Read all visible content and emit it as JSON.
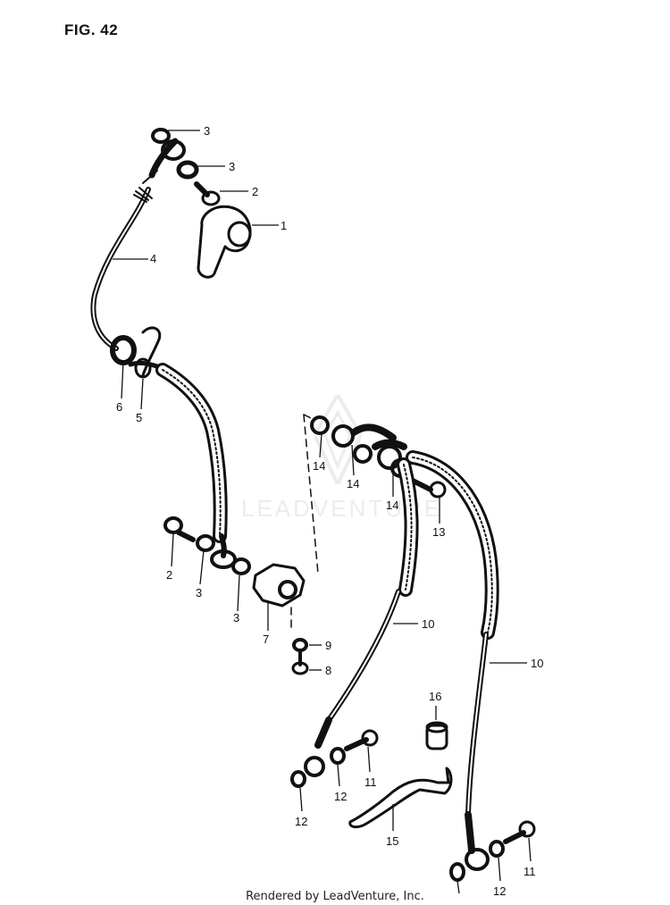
{
  "figure": {
    "title": "FIG. 42",
    "watermark": "LEADVENTURE",
    "footer": "Rendered by LeadVenture, Inc."
  },
  "callouts": [
    "1",
    "2",
    "3",
    "4",
    "5",
    "6",
    "7",
    "8",
    "9",
    "10",
    "11",
    "12",
    "13",
    "14",
    "15",
    "16"
  ]
}
